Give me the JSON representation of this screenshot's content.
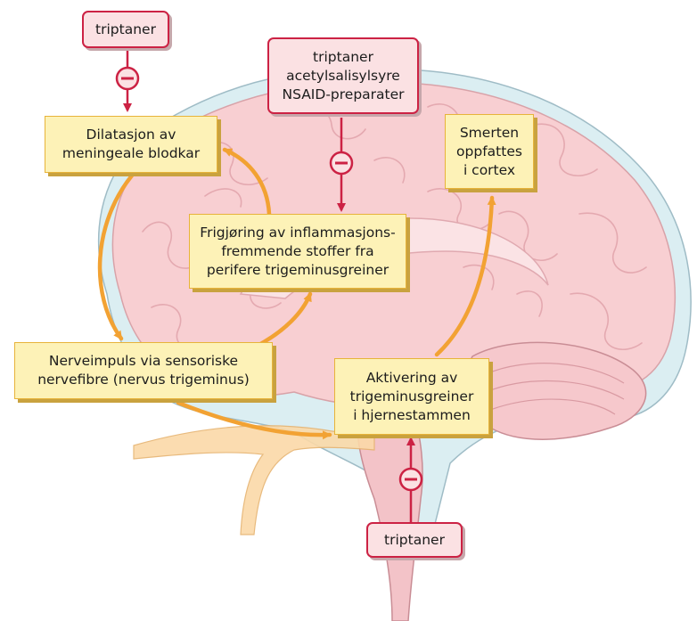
{
  "inhibitors": {
    "top_left": [
      "triptaner"
    ],
    "top_center": [
      "triptaner",
      "acetylsalisylsyre",
      "NSAID-preparater"
    ],
    "bottom": [
      "triptaner"
    ]
  },
  "process": {
    "dilatation": [
      "Dilatasjon av",
      "meningeale blodkar"
    ],
    "release": [
      "Frigjøring av inflammasjons-",
      "fremmende stoffer fra",
      "perifere trigeminusgreiner"
    ],
    "nerve_impulse": [
      "Nerveimpuls via sensoriske",
      "nervefibre (nervus trigeminus)"
    ],
    "activation": [
      "Aktivering av",
      "trigeminusgreiner",
      "i hjernestammen"
    ],
    "cortex": [
      "Smerten",
      "oppfattes",
      "i cortex"
    ]
  },
  "colors": {
    "process_fill": "#fdf2b7",
    "process_border": "#e7b33a",
    "inhibitor_fill": "#fbe1e3",
    "inhibitor_border": "#cc2244",
    "arrow_orange": "#f2a233",
    "brain_pink": "#f8cfd2",
    "csf_blue": "#dbeef2"
  },
  "icons": {
    "inhibit_marker": "minus-circle-icon"
  }
}
